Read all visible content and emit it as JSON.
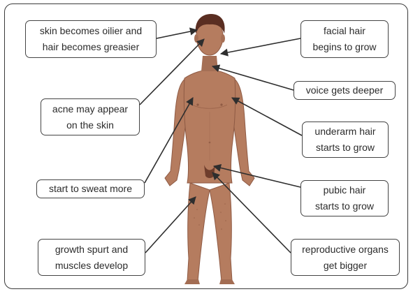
{
  "colors": {
    "skin": "#b57c5f",
    "skin_shadow": "#9a634a",
    "hair": "#5a2e22",
    "outline": "#3a3a3a",
    "arrow": "#2e2e2e",
    "box_border": "#444444"
  },
  "labels": {
    "skin_oilier": "skin becomes oilier and\nhair becomes greasier",
    "facial_hair": "facial hair\nbegins to grow",
    "voice": "voice gets deeper",
    "acne": "acne may appear\non the skin",
    "underarm": "underarm hair\nstarts to grow",
    "sweat": "start to sweat more",
    "pubic": "pubic hair\nstarts to grow",
    "growth": "growth spurt and\nmuscles develop",
    "reproductive": "reproductive organs\nget bigger"
  },
  "icons": {
    "figure": "human-body-icon"
  }
}
